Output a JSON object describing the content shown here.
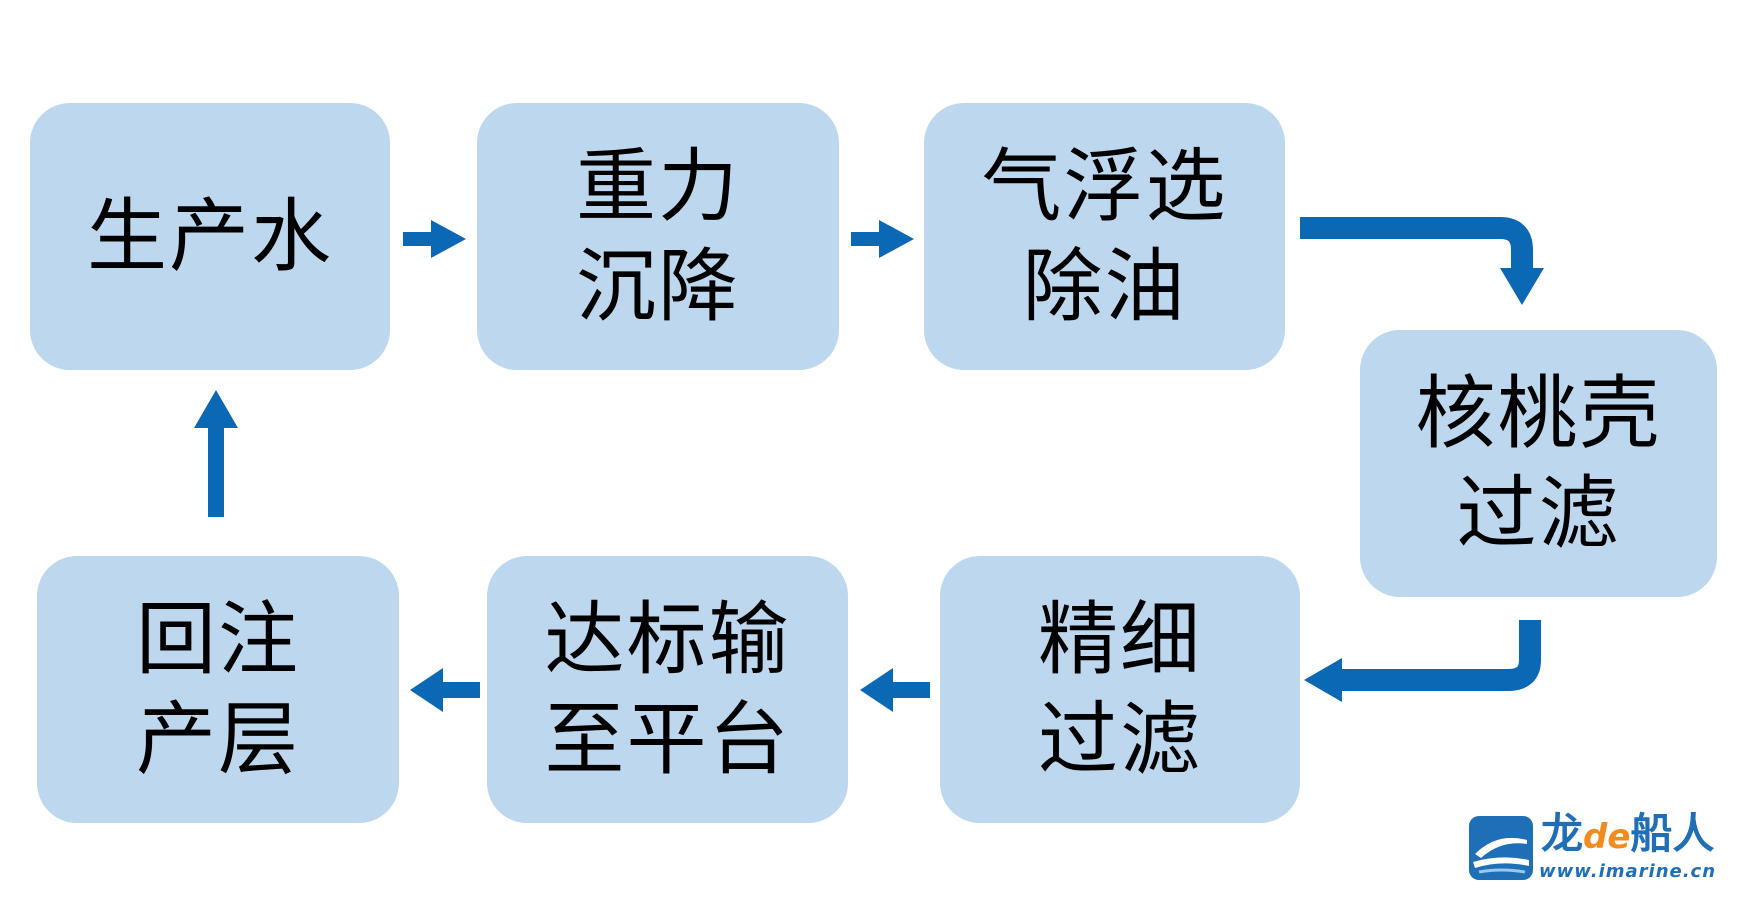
{
  "colors": {
    "box_fill": "#bdd7ee",
    "arrow": "#0a68b4",
    "text": "#000000"
  },
  "steps": [
    {
      "lines": [
        "生产水"
      ]
    },
    {
      "lines": [
        "重力",
        "沉降"
      ]
    },
    {
      "lines": [
        "气浮选",
        "除油"
      ]
    },
    {
      "lines": [
        "核桃壳",
        "过滤"
      ]
    },
    {
      "lines": [
        "精细",
        "过滤"
      ]
    },
    {
      "lines": [
        "达标输",
        "至平台"
      ]
    },
    {
      "lines": [
        "回注",
        "产层"
      ]
    }
  ],
  "logo": {
    "name_part1": "龙",
    "name_part2": "de",
    "name_part3": "船人",
    "url": "www.imarine.cn"
  }
}
